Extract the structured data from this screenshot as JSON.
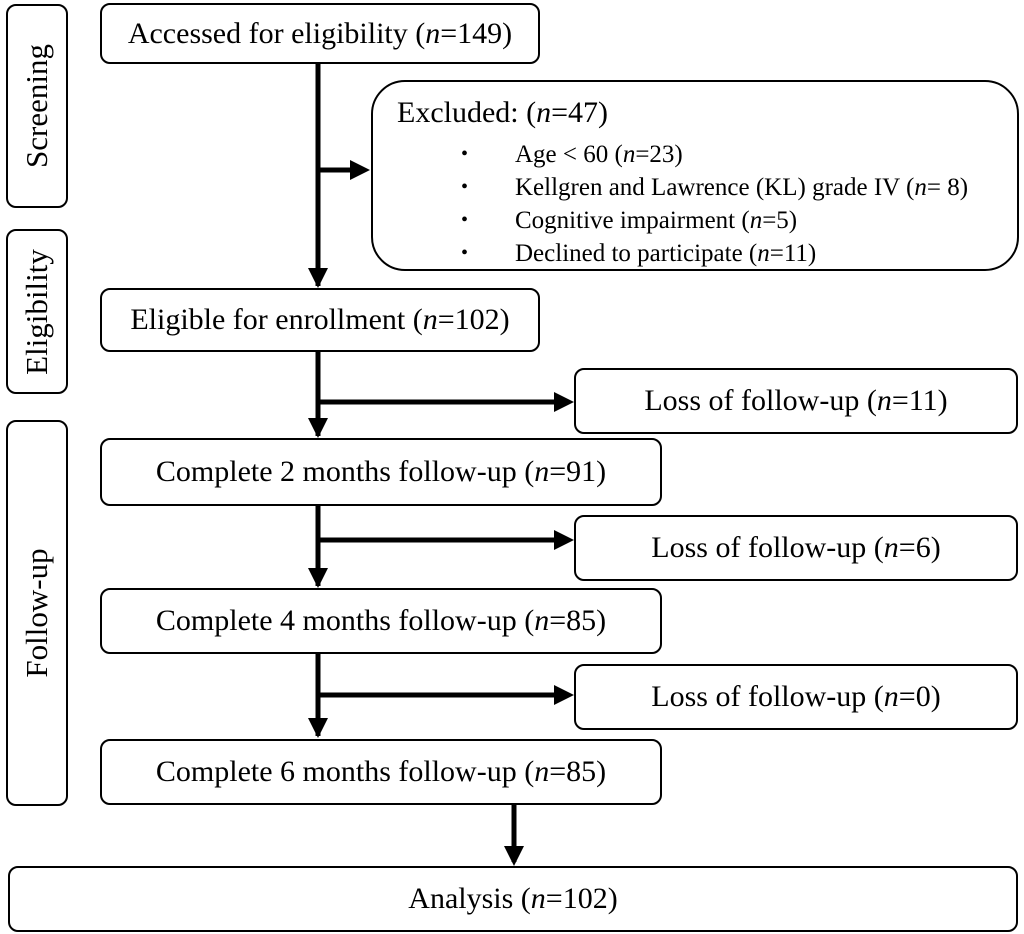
{
  "stages": {
    "screening": "Screening",
    "eligibility": "Eligibility",
    "followup": "Follow-up"
  },
  "boxes": {
    "accessed": {
      "text": "Accessed for eligibility (",
      "n": "n",
      "value": "=149)"
    },
    "excluded": {
      "text": "Excluded: (",
      "n": "n",
      "value": "=47)",
      "items": [
        {
          "text": "Age < 60 (",
          "n": "n",
          "value": "=23)"
        },
        {
          "text": "Kellgren and Lawrence (KL) grade IV (",
          "n": "n",
          "value": "= 8)"
        },
        {
          "text": "Cognitive impairment (",
          "n": "n",
          "value": "=5)"
        },
        {
          "text": "Declined to participate (",
          "n": "n",
          "value": "=11)"
        }
      ]
    },
    "eligible": {
      "text": "Eligible for enrollment (",
      "n": "n",
      "value": "=102)"
    },
    "loss1": {
      "text": "Loss of follow-up (",
      "n": "n",
      "value": "=11)"
    },
    "complete2": {
      "text": "Complete 2 months follow-up (",
      "n": "n",
      "value": "=91)"
    },
    "loss2": {
      "text": "Loss of follow-up (",
      "n": "n",
      "value": "=6)"
    },
    "complete4": {
      "text": "Complete 4 months follow-up (",
      "n": "n",
      "value": "=85)"
    },
    "loss3": {
      "text": "Loss of follow-up (",
      "n": "n",
      "value": "=0)"
    },
    "complete6": {
      "text": "Complete 6 months follow-up (",
      "n": "n",
      "value": "=85)"
    },
    "analysis": {
      "text": "Analysis (",
      "n": "n",
      "value": "=102)"
    }
  }
}
